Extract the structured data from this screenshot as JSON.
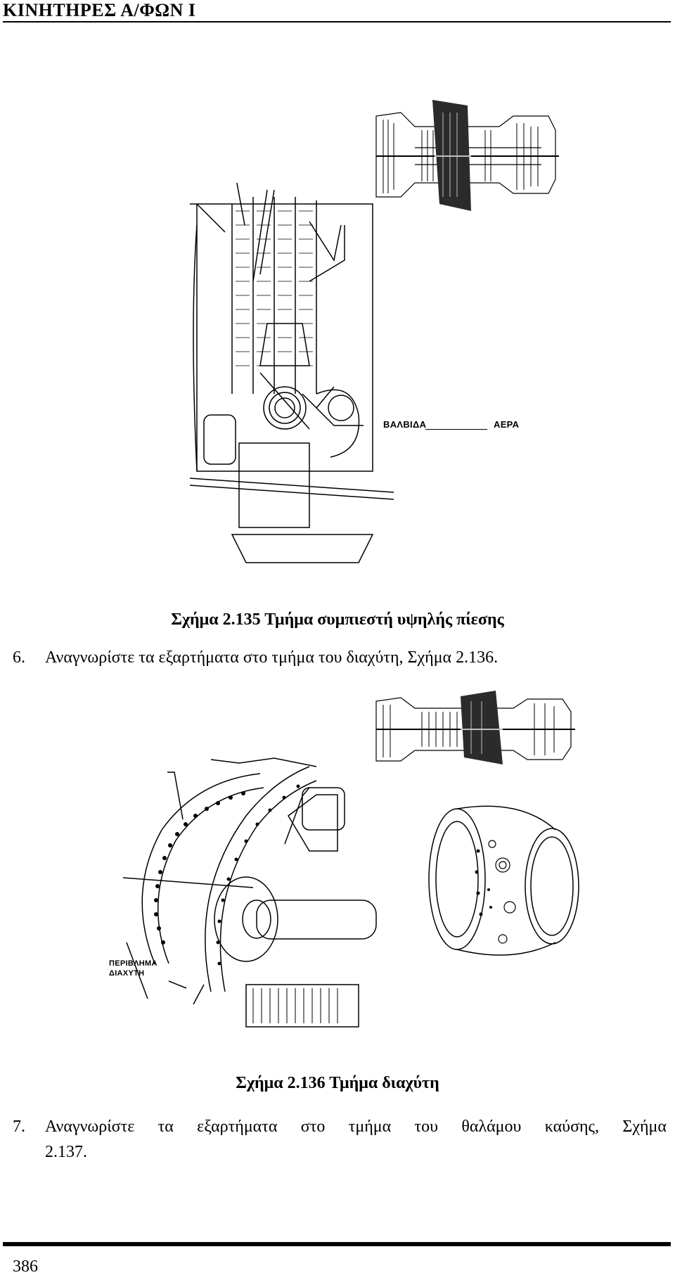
{
  "header": {
    "title": "ΚΙΝΗΤΗΡΕΣ Α/ΦΩΝ Ι"
  },
  "figure_1": {
    "labels": {
      "valve": "ΒΑΛΒΙΔΑ",
      "air": "ΑΕΡΑ"
    },
    "caption": "Σχήμα 2.135 Τμήμα συμπιεστή υψηλής πίεσης"
  },
  "paragraph_6": {
    "number": "6.",
    "text": "Αναγνωρίστε τα εξαρτήματα στο τμήμα του διαχύτη, Σχήμα 2.136."
  },
  "figure_2": {
    "labels": {
      "casing_line1": "ΠΕΡΙΒΛΗΜΑ",
      "casing_line2": "ΔΙΑΧΥΤΗ"
    },
    "caption": "Σχήμα 2.136 Τμήμα διαχύτη"
  },
  "paragraph_7": {
    "number": "7.",
    "text_line1": "Αναγνωρίστε τα εξαρτήματα στο τμήμα του θαλάμου καύσης, Σχήμα",
    "text_line2": "2.137."
  },
  "footer": {
    "page_number": "386"
  }
}
